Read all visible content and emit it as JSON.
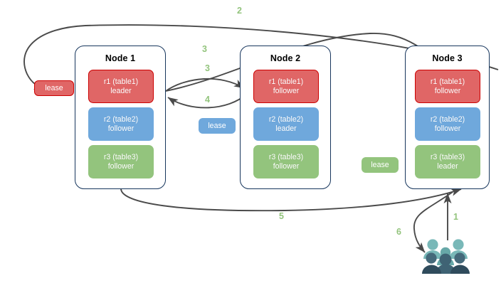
{
  "diagram": {
    "title": "Distributed lease / raft replica diagram",
    "colors": {
      "replica_red_fill": "#e06666",
      "replica_red_stroke": "#cc0000",
      "replica_blue_fill": "#6fa8dc",
      "replica_green_fill": "#93c47d",
      "node_border": "#17365d",
      "edge_stroke": "#4a4a4a",
      "label_green": "#93c47d",
      "people_light": "#76b5b5",
      "people_mid": "#5b9a9a",
      "people_dark": "#45697a",
      "people_darkest": "#2f4858",
      "background": "#ffffff"
    },
    "nodes": [
      {
        "id": "node1",
        "title": "Node 1",
        "replicas": [
          {
            "id": "n1r1",
            "name": "r1 (table1)",
            "role": "leader",
            "color": "red"
          },
          {
            "id": "n1r2",
            "name": "r2 (table2)",
            "role": "follower",
            "color": "blue"
          },
          {
            "id": "n1r3",
            "name": "r3 (table3)",
            "role": "follower",
            "color": "green"
          }
        ]
      },
      {
        "id": "node2",
        "title": "Node 2",
        "replicas": [
          {
            "id": "n2r1",
            "name": "r1 (table1)",
            "role": "follower",
            "color": "red"
          },
          {
            "id": "n2r2",
            "name": "r2 (table2)",
            "role": "leader",
            "color": "blue"
          },
          {
            "id": "n2r3",
            "name": "r3 (table3)",
            "role": "follower",
            "color": "green"
          }
        ]
      },
      {
        "id": "node3",
        "title": "Node 3",
        "replicas": [
          {
            "id": "n3r1",
            "name": "r1 (table1)",
            "role": "follower",
            "color": "red"
          },
          {
            "id": "n3r2",
            "name": "r2 (table2)",
            "role": "follower",
            "color": "blue"
          },
          {
            "id": "n3r3",
            "name": "r3 (table3)",
            "role": "leader",
            "color": "green"
          }
        ]
      }
    ],
    "leases": [
      {
        "id": "lease-red",
        "label": "lease",
        "color": "red"
      },
      {
        "id": "lease-blue",
        "label": "lease",
        "color": "blue"
      },
      {
        "id": "lease-green",
        "label": "lease",
        "color": "green"
      }
    ],
    "edge_labels": [
      {
        "id": "step-1",
        "label": "1"
      },
      {
        "id": "step-2",
        "label": "2"
      },
      {
        "id": "step-3a",
        "label": "3"
      },
      {
        "id": "step-3b",
        "label": "3"
      },
      {
        "id": "step-4",
        "label": "4"
      },
      {
        "id": "step-5",
        "label": "5"
      },
      {
        "id": "step-6",
        "label": "6"
      }
    ],
    "actors": {
      "id": "users-group",
      "icon": "people-group-icon",
      "count": 5
    }
  }
}
